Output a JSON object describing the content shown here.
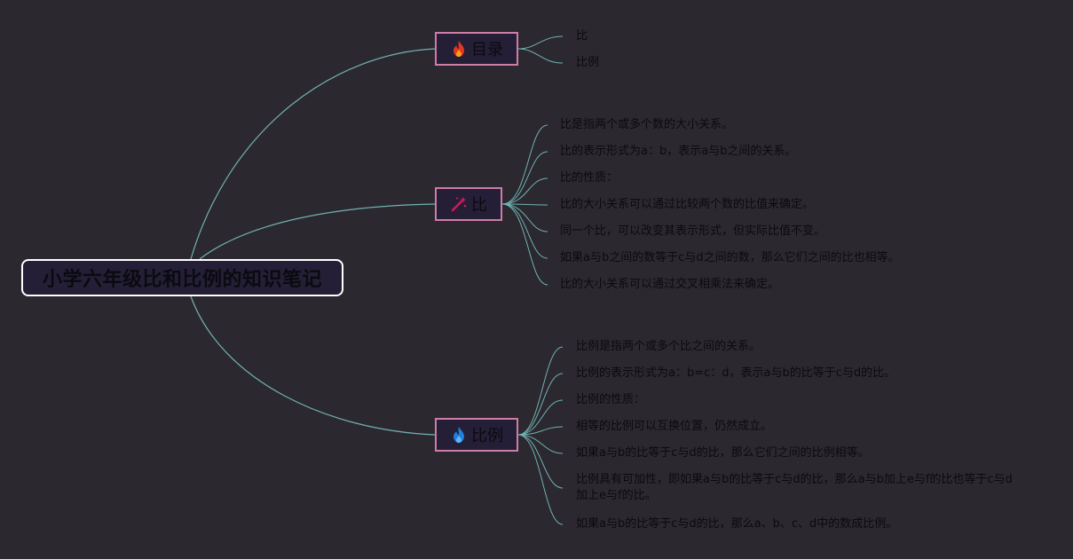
{
  "root": {
    "title": "小学六年级比和比例的知识笔记"
  },
  "branches": [
    {
      "label": "目录",
      "icon": "fire-red-icon",
      "leaves": [
        "比",
        "比例"
      ]
    },
    {
      "label": "比",
      "icon": "magic-wand-icon",
      "leaves": [
        "比是指两个或多个数的大小关系。",
        "比的表示形式为a：b，表示a与b之间的关系。",
        "比的性质：",
        "比的大小关系可以通过比较两个数的比值来确定。",
        "同一个比，可以改变其表示形式，但实际比值不变。",
        "如果a与b之间的数等于c与d之间的数，那么它们之间的比也相等。",
        "比的大小关系可以通过交叉相乘法来确定。"
      ]
    },
    {
      "label": "比例",
      "icon": "fire-blue-icon",
      "leaves": [
        "比例是指两个或多个比之间的关系。",
        "比例的表示形式为a：b=c：d，表示a与b的比等于c与d的比。",
        "比例的性质：",
        "相等的比例可以互换位置，仍然成立。",
        "如果a与b的比等于c与d的比，那么它们之间的比例相等。",
        "比例具有可加性，即如果a与b的比等于c与d的比，那么a与b加上e与f的比也等于c与d加上e与f的比。",
        "如果a与b的比等于c与d的比，那么a、b、c、d中的数成比例。"
      ]
    }
  ],
  "colors": {
    "line": "#6fb3b0",
    "branch_border": "#cf7ca6",
    "root_border": "#ffffff",
    "node_fill": "#241f36",
    "background": "#2c2830"
  }
}
